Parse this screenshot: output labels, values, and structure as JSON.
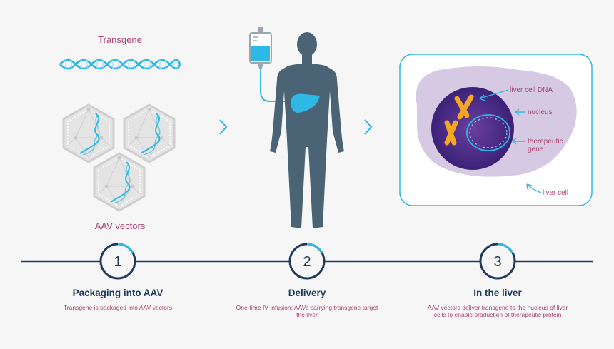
{
  "transgene_label": "Transgene",
  "vectors_label": "AAV vectors",
  "liver_labels": {
    "dna": "liver cell DNA",
    "nucleus": "nucleus",
    "gene_line1": "therapeutic",
    "gene_line2": "gene",
    "cell": "liver cell"
  },
  "steps": [
    {
      "number": "1",
      "title": "Packaging into AAV",
      "desc": "Transgene is packaged into AAV vectors"
    },
    {
      "number": "2",
      "title": "Delivery",
      "desc": "One-time IV infusion; AAVs carrying transgene target the liver"
    },
    {
      "number": "3",
      "title": "In the liver",
      "desc": "AAV vectors deliver transgene to the nucleus of liver cells to enable production of therapeutic protein"
    }
  ],
  "colors": {
    "navy": "#1f3a5c",
    "magenta": "#a9436f",
    "cyan": "#2eb8e6",
    "body": "#4a6375",
    "orange": "#f5a623",
    "nucleus": "#4b2b86",
    "cell": "#d6c9e3"
  }
}
